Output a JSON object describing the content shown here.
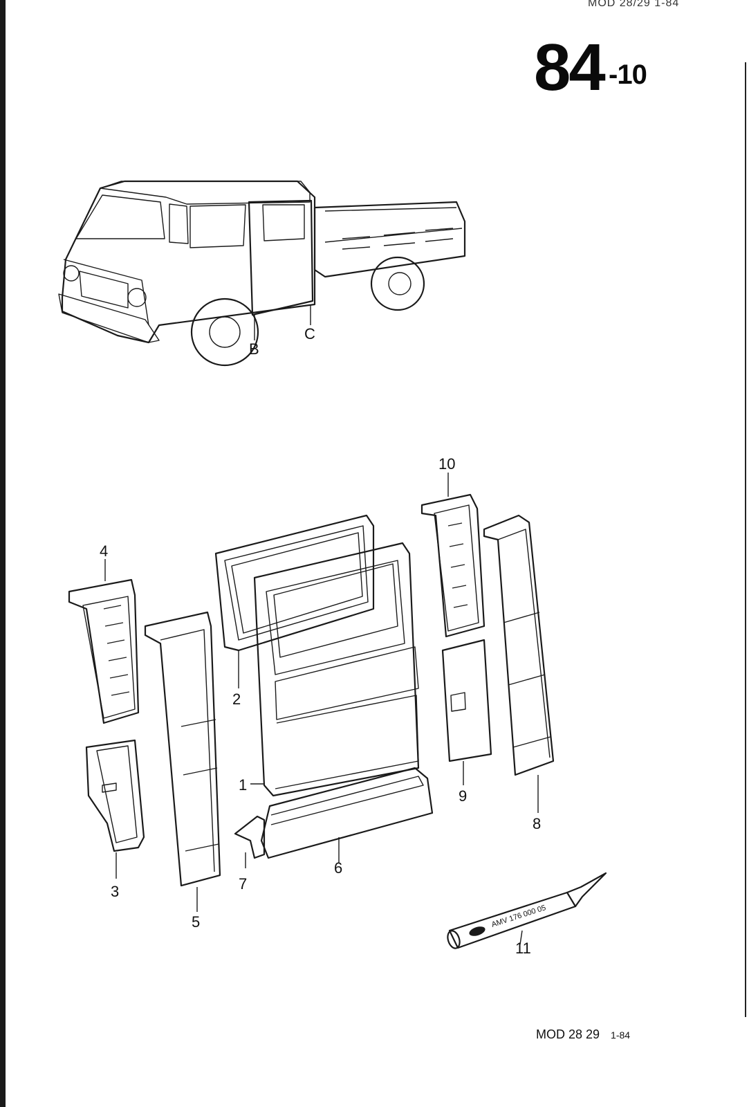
{
  "header": {
    "top_reference": "MOD 28/29  1-84",
    "page_number": "84",
    "page_suffix": "-10"
  },
  "vehicle_callouts": [
    "B",
    "C"
  ],
  "parts": [
    {
      "number": "1"
    },
    {
      "number": "2"
    },
    {
      "number": "3"
    },
    {
      "number": "4"
    },
    {
      "number": "5"
    },
    {
      "number": "6"
    },
    {
      "number": "7"
    },
    {
      "number": "8"
    },
    {
      "number": "9"
    },
    {
      "number": "10"
    },
    {
      "number": "11"
    }
  ],
  "sealant_label": "AMV 176 000 05",
  "footer": {
    "model": "MOD 28  29",
    "date": "1-84"
  }
}
